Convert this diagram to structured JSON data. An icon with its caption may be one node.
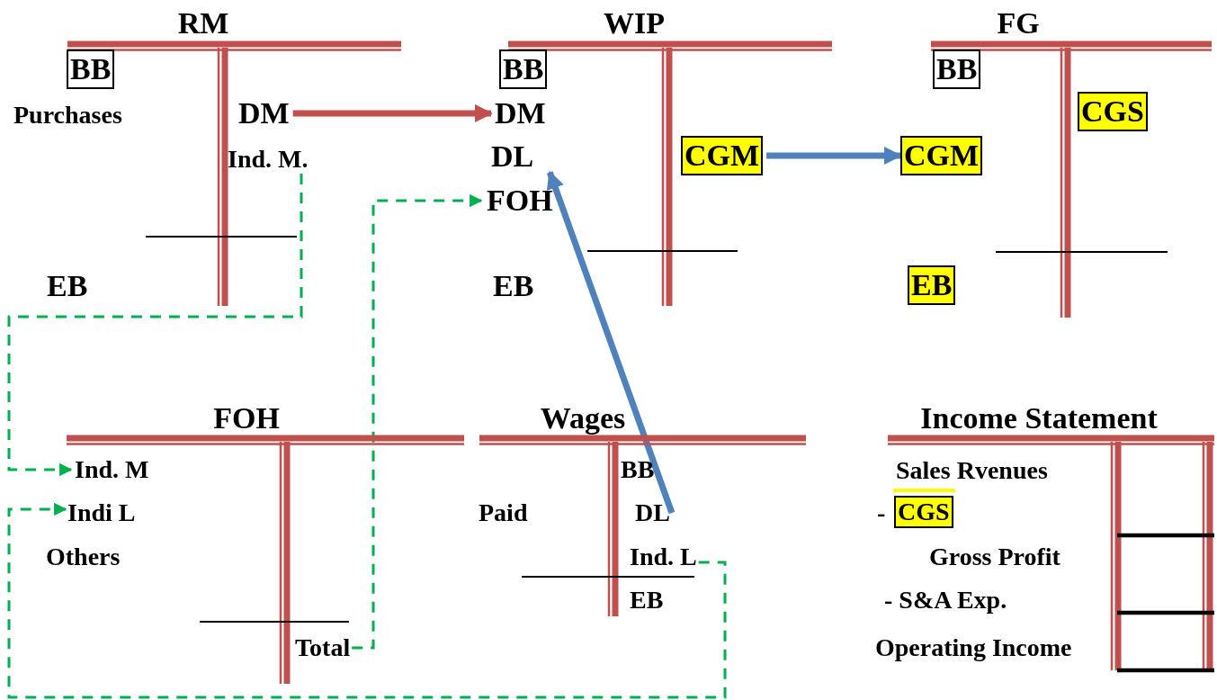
{
  "diagram": {
    "nodes": [
      {
        "text": [
          "RM"
        ]
      },
      {
        "text": [
          "BB"
        ],
        "in": 0
      },
      {
        "text": [
          "Purchases"
        ],
        "in": 0
      },
      {
        "text": [
          "DM"
        ],
        "in": 0
      },
      {
        "text": [
          "Ind. M."
        ],
        "in": 0
      },
      {
        "text": [
          "EB"
        ],
        "in": 0
      },
      {
        "text": [
          "WIP"
        ]
      },
      {
        "text": [
          "BB"
        ],
        "in": 6
      },
      {
        "text": [
          "DM"
        ],
        "in": 6
      },
      {
        "text": [
          "DL"
        ],
        "in": 6
      },
      {
        "text": [
          "FOH"
        ],
        "in": 6
      },
      {
        "text": [
          "CGM"
        ],
        "in": 6
      },
      {
        "text": [
          "EB"
        ],
        "in": 6
      },
      {
        "text": [
          "FG"
        ]
      },
      {
        "text": [
          "BB"
        ],
        "in": 13
      },
      {
        "text": [
          "CGS"
        ],
        "in": 13
      },
      {
        "text": [
          "CGM"
        ],
        "in": 13
      },
      {
        "text": [
          "EB"
        ],
        "in": 13
      },
      {
        "text": [
          "FOH"
        ]
      },
      {
        "text": [
          "Ind. M"
        ],
        "in": 18
      },
      {
        "text": [
          "Indi L"
        ],
        "in": 18
      },
      {
        "text": [
          "Others"
        ],
        "in": 18
      },
      {
        "text": [
          "Total"
        ],
        "in": 18
      },
      {
        "text": [
          "Wages"
        ]
      },
      {
        "text": [
          "BB"
        ],
        "in": 23
      },
      {
        "text": [
          "Paid"
        ],
        "in": 23
      },
      {
        "text": [
          "DL"
        ],
        "in": 23
      },
      {
        "text": [
          "Ind. L"
        ],
        "in": 23
      },
      {
        "text": [
          "EB"
        ],
        "in": 23
      },
      {
        "text": [
          "Income Statement"
        ]
      },
      {
        "text": [
          "Sales Rvenues"
        ],
        "in": 29
      },
      {
        "text": [
          "-"
        ]
      },
      {
        "text": [
          "CGS"
        ],
        "in": 29
      },
      {
        "text": [
          "Gross Profit"
        ],
        "in": 29
      },
      {
        "text": [
          "- S&A Exp."
        ],
        "in": 29
      },
      {
        "text": [
          "Operating Income"
        ],
        "in": 29
      }
    ],
    "edges": [
      {
        "from": 3,
        "to": 8,
        "arrow": "to",
        "style": "thick",
        "color": "#c0504d"
      },
      {
        "from": 26,
        "to": 9,
        "arrow": "to",
        "style": "thick",
        "color": "#4f81bd"
      },
      {
        "from": 11,
        "to": 16,
        "arrow": "to",
        "style": "thick",
        "color": "#4f81bd"
      },
      {
        "from": 4,
        "to": 19,
        "arrow": "to",
        "style": "dashed",
        "color": "#00b050"
      },
      {
        "from": 27,
        "to": 20,
        "arrow": "to",
        "style": "dashed",
        "color": "#00b050"
      },
      {
        "from": 22,
        "to": 10,
        "arrow": "to",
        "style": "dashed",
        "color": "#00b050"
      }
    ]
  }
}
